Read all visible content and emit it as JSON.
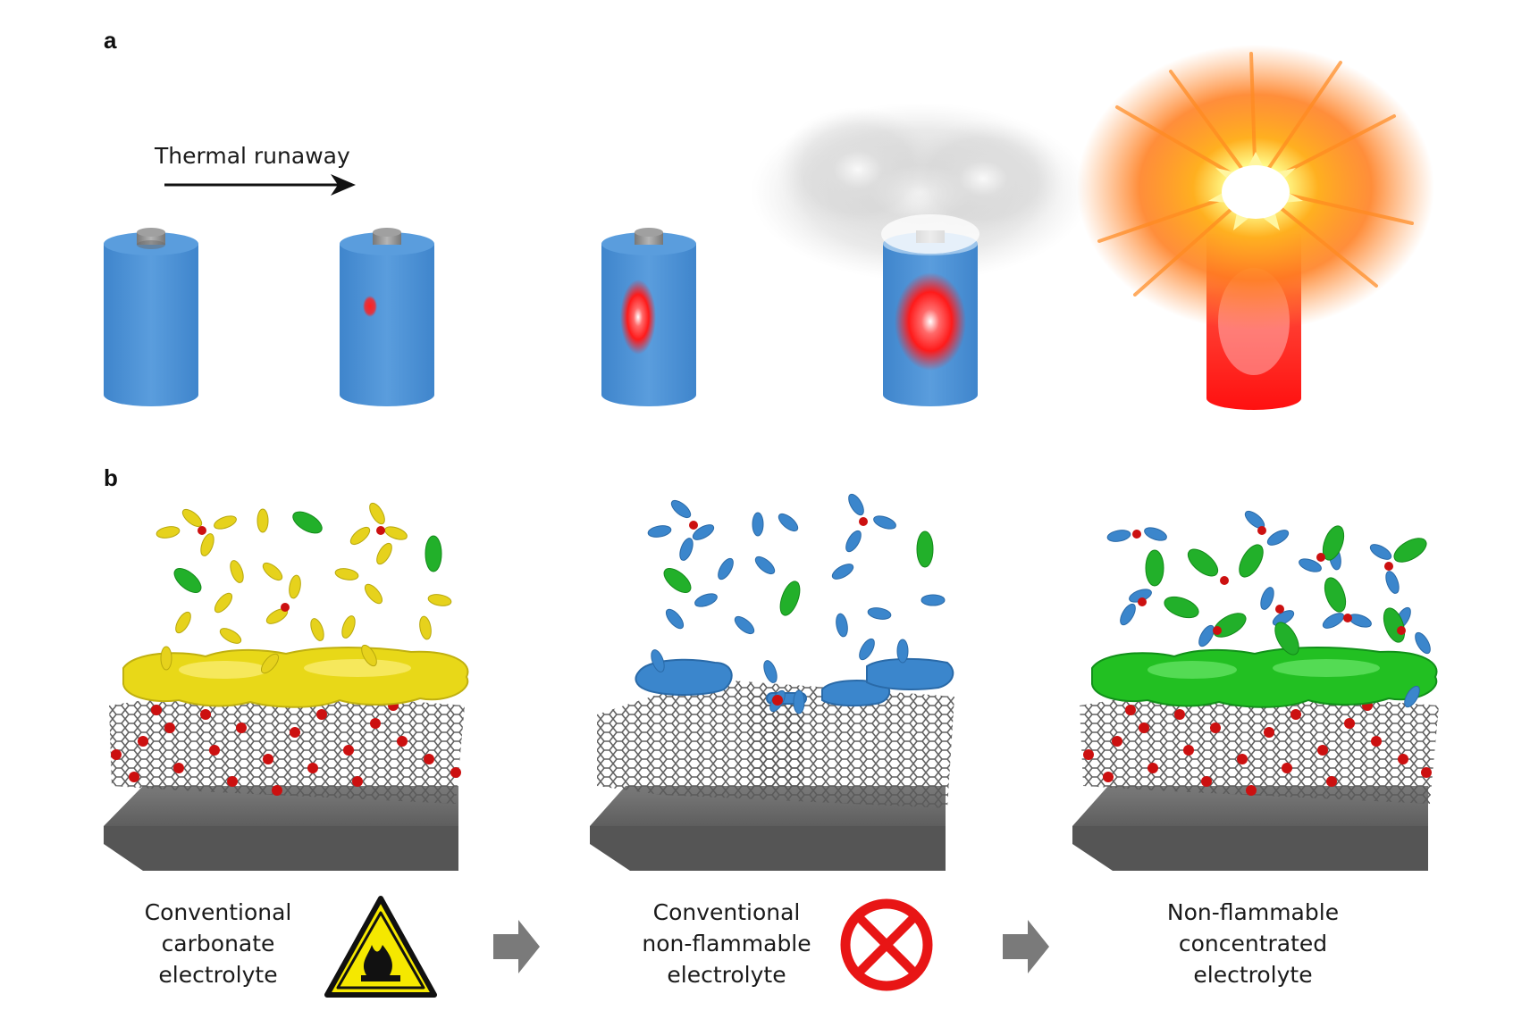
{
  "panel_a": {
    "label": "a",
    "arrow_label": "Thermal runaway",
    "stages": [
      {
        "name": "normal"
      },
      {
        "name": "small-hotspot"
      },
      {
        "name": "growing-hotspot"
      },
      {
        "name": "venting-smoke"
      },
      {
        "name": "explosion"
      }
    ]
  },
  "panel_b": {
    "label": "b",
    "scenarios": [
      {
        "lines": [
          "Conventional",
          "carbonate",
          "electrolyte"
        ],
        "color": "#e8d818",
        "symbol": "flammable-warning-icon"
      },
      {
        "lines": [
          "Conventional",
          "non-flammable",
          "electrolyte"
        ],
        "color": "#3b86cc",
        "symbol": "prohibited-icon"
      },
      {
        "lines": [
          "Non-flammable",
          "concentrated",
          "electrolyte"
        ],
        "color": "#22c022",
        "symbol": "none"
      }
    ]
  },
  "colors": {
    "battery_blue": "#4a8fd4",
    "battery_cap": "#8a8a8a",
    "hotspot_red": "#ff1a1a",
    "solvent_yellow": "#e6d21c",
    "solvent_blue": "#3b86cc",
    "solvent_green": "#22b02a",
    "salt_red": "#cc1010",
    "substrate_gray": "#666666",
    "warning_yellow": "#f5e800",
    "prohibited_red": "#e81515",
    "arrow_gray": "#7a7a7a"
  }
}
